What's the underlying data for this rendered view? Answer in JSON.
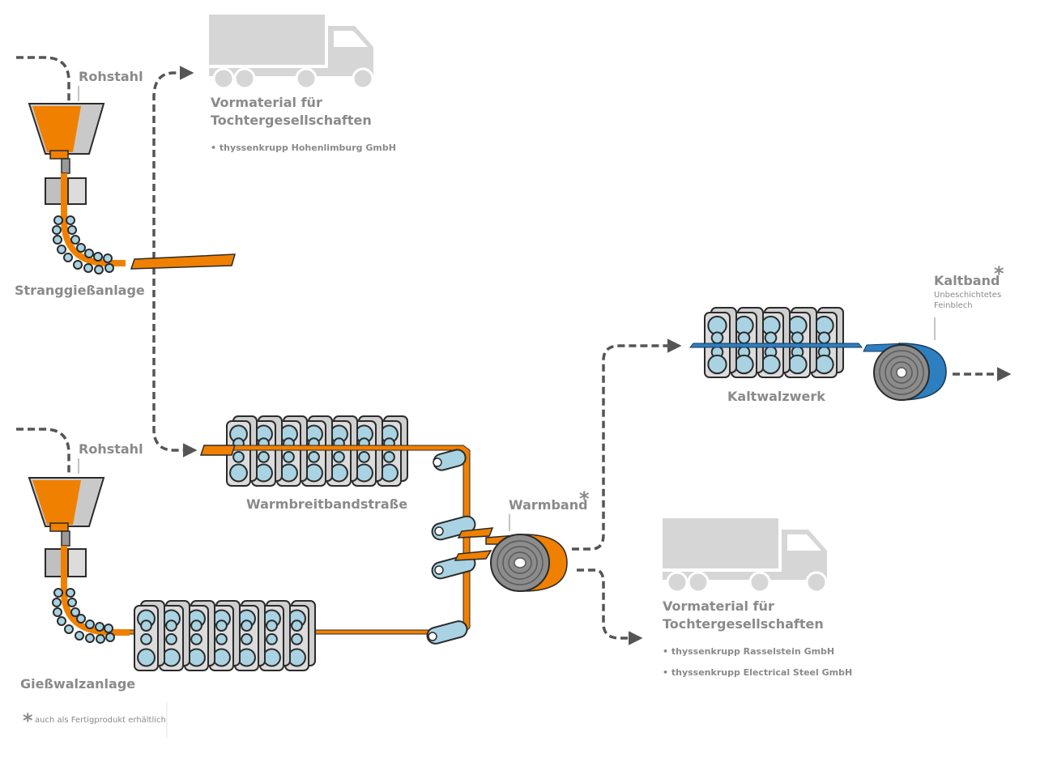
{
  "top": {
    "rohstahl_label": "Rohstahl",
    "plant_label": "Stranggießanlage",
    "vormaterial_title_1": "Vormaterial für",
    "vormaterial_title_2": "Tochtergesellschaften",
    "subsidiary_1": "• thyssenkrupp Hohenlimburg GmbH"
  },
  "bottom": {
    "rohstahl_label": "Rohstahl",
    "plant_label": "Gießwalzanlage"
  },
  "hot_strip_mill": {
    "label": "Warmbreitbandstraße"
  },
  "warmband": {
    "label": "Warmband",
    "star": "*"
  },
  "cold_mill": {
    "label": "Kaltwalzwerk"
  },
  "kaltband": {
    "label": "Kaltband",
    "star": "*",
    "sub_1": "Unbeschichtetes",
    "sub_2": "Feinblech"
  },
  "right_truck": {
    "vormaterial_title_1": "Vormaterial für",
    "vormaterial_title_2": "Tochtergesellschaften",
    "subsidiary_1": "• thyssenkrupp Rasselstein GmbH",
    "subsidiary_2": "• thyssenkrupp Electrical Steel GmbH"
  },
  "footnote": {
    "star": "*",
    "text": "auch als Fertigprodukt erhältlich"
  },
  "colors": {
    "orange": "#f08000",
    "roll_blue": "#a9d3e3",
    "coil_blue": "#2d7fc0",
    "truck_gray": "#d6d6d6",
    "label_gray": "#8a8a8a"
  },
  "icons": [
    "truck-icon",
    "ladle-icon",
    "mill-stand-icon",
    "coil-icon",
    "arrow-icon"
  ]
}
